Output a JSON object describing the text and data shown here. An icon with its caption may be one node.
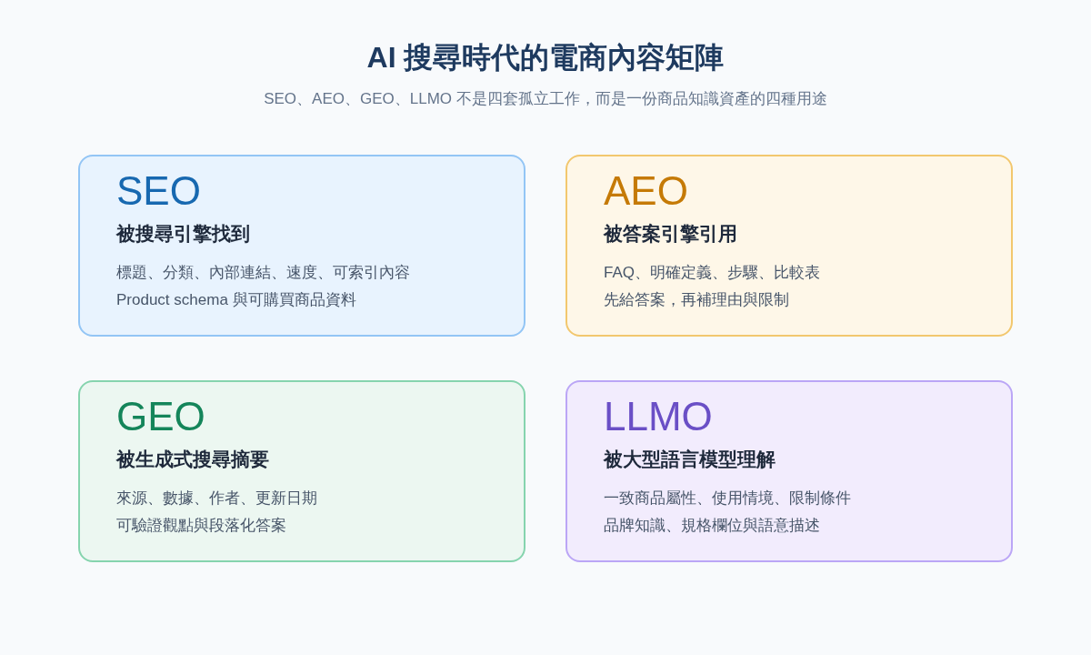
{
  "diagram": {
    "title": "AI 搜尋時代的電商內容矩陣",
    "nodes": [
      {
        "text": [
          "SEO",
          "被搜尋引擎找到",
          "標題、分類、內部連結、速度、可索引內容",
          "Product schema 與可購買商品資料"
        ]
      },
      {
        "text": [
          "AEO",
          "被答案引擎引用",
          "FAQ、明確定義、步驟、比較表",
          "先給答案，再補理由與限制"
        ]
      },
      {
        "text": [
          "GEO",
          "被生成式搜尋摘要",
          "來源、數據、作者、更新日期",
          "可驗證觀點與段落化答案"
        ]
      },
      {
        "text": [
          "LLMO",
          "被大型語言模型理解",
          "一致商品屬性、使用情境、限制條件",
          "品牌知識、規格欄位與語意描述"
        ]
      }
    ],
    "labels": [
      "SEO、AEO、GEO、LLMO 不是四套孤立工作，而是一份商品知識資產的四種用途"
    ]
  }
}
